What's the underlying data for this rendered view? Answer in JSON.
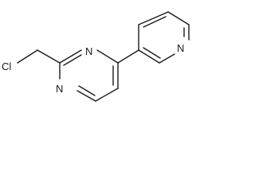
{
  "molecule": {
    "atoms": {
      "cl": "Cl",
      "n_pyrimidine_top": "N",
      "n_pyrimidine_bottom": "N",
      "n_pyridine": "N"
    }
  },
  "colors": {
    "bond": "#1a1a1a",
    "label": "#1a1a1a",
    "background": "#ffffff"
  }
}
